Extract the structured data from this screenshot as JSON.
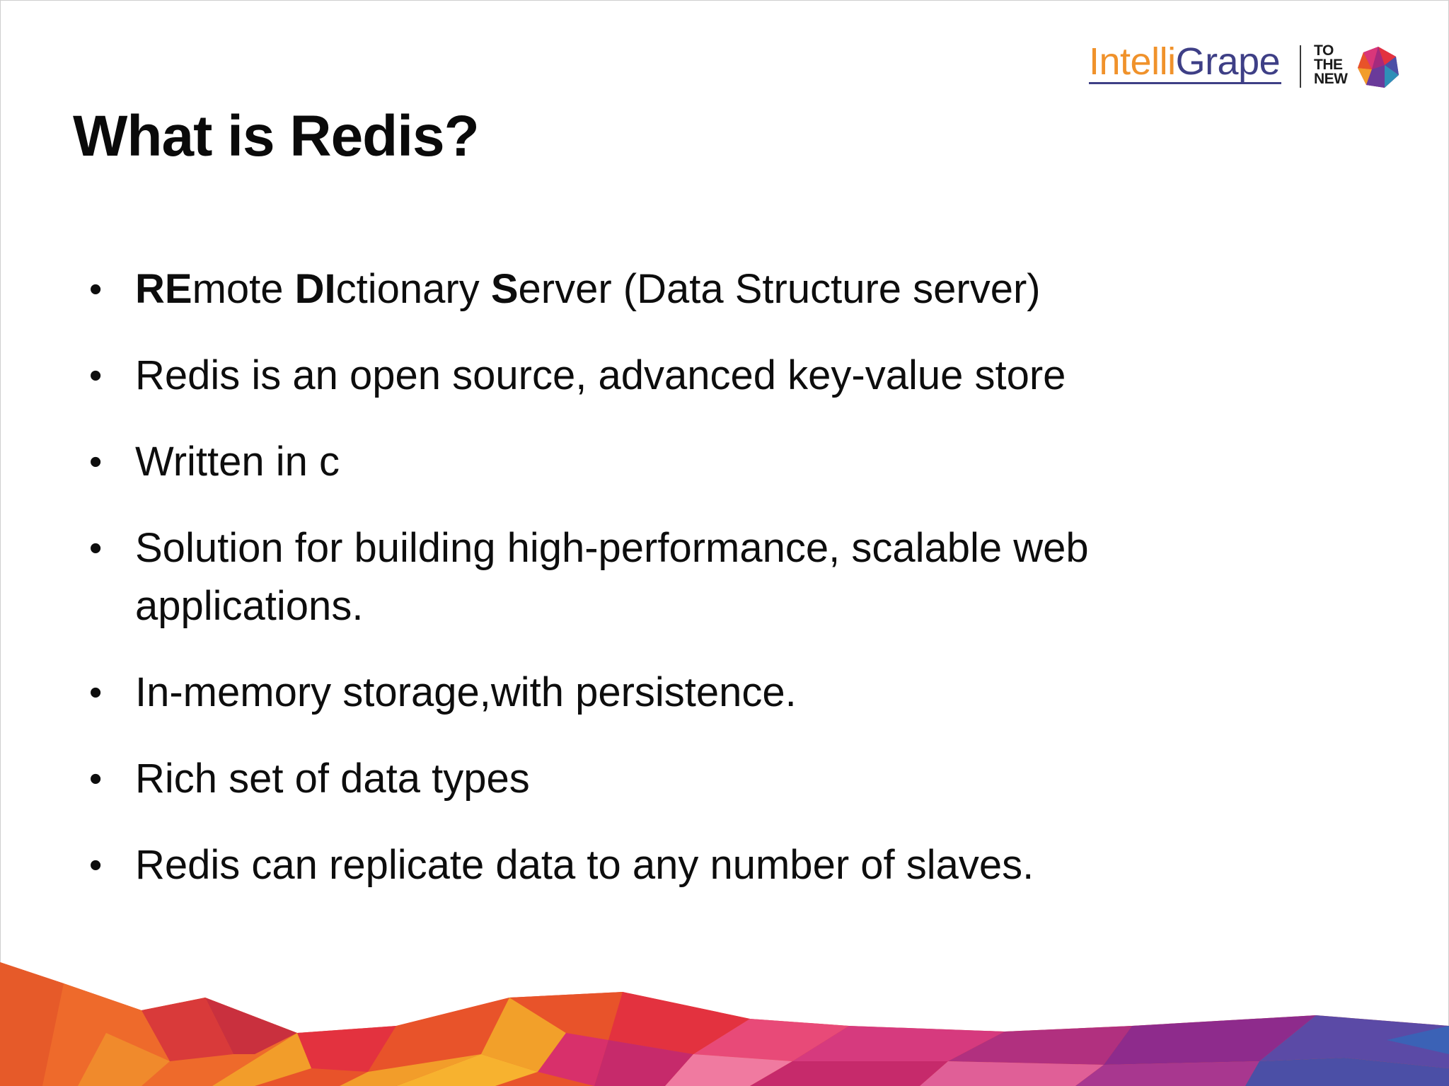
{
  "logo": {
    "brand_part_1": "Intelli",
    "brand_part_2": "Grape",
    "partner_line_1": "TO",
    "partner_line_2": "THE",
    "partner_line_3": "NEW",
    "brand_orange": "#f0922b",
    "brand_navy": "#3e3f86"
  },
  "slide": {
    "title": "What is Redis?",
    "bullets": [
      {
        "segments": [
          {
            "text": "RE",
            "bold": true
          },
          {
            "text": "mote ",
            "bold": false
          },
          {
            "text": "DI",
            "bold": true
          },
          {
            "text": "ctionary ",
            "bold": false
          },
          {
            "text": "S",
            "bold": true
          },
          {
            "text": "erver (Data Structure server)",
            "bold": false
          }
        ]
      },
      {
        "text": "Redis is an open source, advanced key-value store"
      },
      {
        "text": "Written in c"
      },
      {
        "text": "Solution for building high-performance, scalable web applications."
      },
      {
        "text": "In-memory storage,with persistence."
      },
      {
        "text": "Rich set of data types"
      },
      {
        "text": "Redis can replicate data to any number of slaves."
      }
    ],
    "bullet_symbol": "•"
  },
  "theme": {
    "text_color": "#0d0d0d",
    "footer_colors": [
      "#e8532a",
      "#f29d2a",
      "#e3323f",
      "#c62a6b",
      "#8e2b8c",
      "#4b4fa6"
    ]
  }
}
